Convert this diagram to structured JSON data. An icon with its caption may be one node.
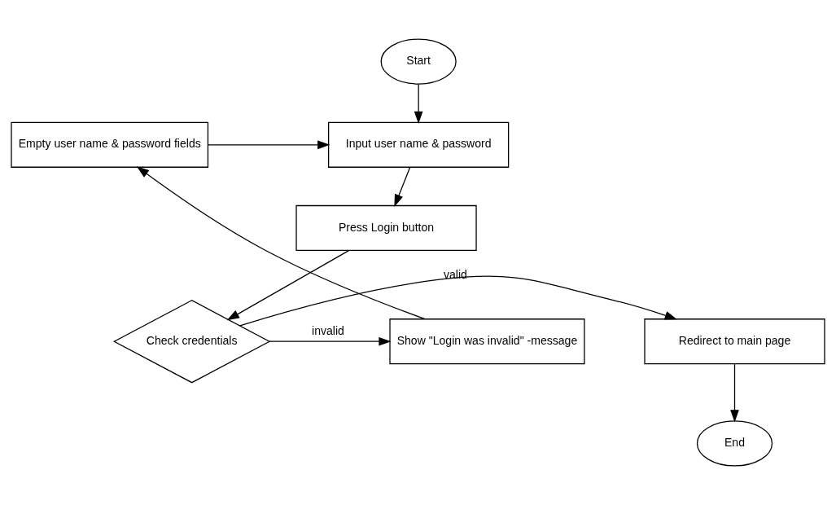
{
  "diagram": {
    "nodes": [
      {
        "text": [
          "Start"
        ]
      },
      {
        "text": [
          "Input user name & password"
        ]
      },
      {
        "text": [
          "Empty user name & password fields"
        ]
      },
      {
        "text": [
          "Press Login button"
        ]
      },
      {
        "text": [
          "Check credentials"
        ]
      },
      {
        "text": [
          "Redirect to main page"
        ]
      },
      {
        "text": [
          "Show \"Login was invalid\" -message"
        ]
      },
      {
        "text": [
          "End"
        ]
      }
    ],
    "edges": [
      {
        "from": 0,
        "to": 1,
        "arrow": "to"
      },
      {
        "from": 2,
        "to": 1,
        "arrow": "to"
      },
      {
        "from": 1,
        "to": 3,
        "arrow": "to"
      },
      {
        "from": 3,
        "to": 4,
        "arrow": "to"
      },
      {
        "from": 4,
        "to": 5,
        "arrow": "to",
        "label": "valid"
      },
      {
        "from": 4,
        "to": 6,
        "arrow": "to",
        "label": "invalid"
      },
      {
        "from": 6,
        "to": 2,
        "arrow": "to"
      },
      {
        "from": 5,
        "to": 7,
        "arrow": "to"
      }
    ]
  }
}
